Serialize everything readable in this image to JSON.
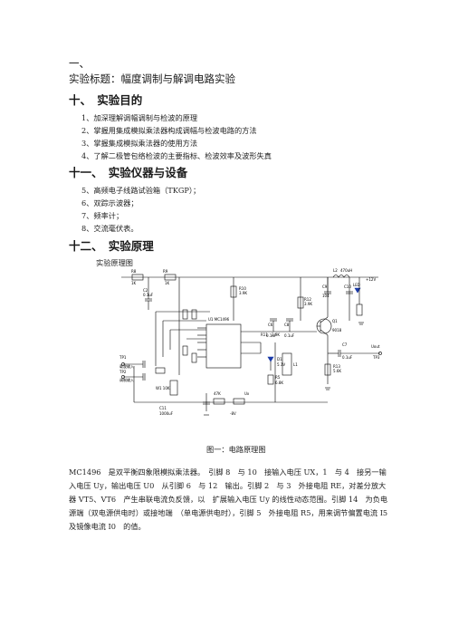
{
  "section_marker": "一、",
  "experiment_title": "实验标题：幅度调制与解调电路实验",
  "sections": [
    {
      "heading": "十、　实验目的",
      "items": [
        "1、加深理解调幅调制与检波的原理",
        "2、掌握用集成模拟乘法器构成调幅与检波电路的方法",
        "3、掌握集成模拟乘法器的使用方法",
        "4、了解二极管包络检波的主要指标、检波效率及波形失真"
      ]
    },
    {
      "heading": "十一、　实验仪器与设备",
      "items": [
        "5、高频电子线路试验箱（TKGP）；",
        "6、双踪示波器；",
        "7、频率计；",
        "8、交流毫伏表。"
      ]
    },
    {
      "heading": "十二、　实验原理",
      "items": [
        "实验原理图"
      ]
    }
  ],
  "figure": {
    "caption": "图一：电路原理图",
    "chip_label": "U1  MC1496",
    "labels": {
      "r8": "R8",
      "r8v": "1K",
      "c2": "C2",
      "c2v": "0.1uF",
      "r9": "R9",
      "r9v": "1K",
      "r10": "R10",
      "r10v": "3.9K",
      "r11": "R11",
      "r11v": "3.9K",
      "r12": "R12",
      "r12v": "3.9K",
      "r13": "R13",
      "r13v": "5.6K",
      "l2": "L2",
      "l2v": "470uH",
      "c9": "C9",
      "c9v": "104",
      "c10": "C10",
      "led": "LED",
      "c6": "C6",
      "c6v": "0.1uF",
      "c8": "C8",
      "c8v": "0.1uF",
      "q1": "Q1",
      "q1v": "9018",
      "c7": "C7",
      "c7v": "0.1uF",
      "d1": "D1",
      "d1v": "5.1V",
      "r5": "R5",
      "r5v": "6.8K",
      "l1": "L1",
      "tp1": "TP1",
      "tp2": "TP2",
      "tp3": "TP3",
      "carrier_in": "载波输入",
      "modulating_in": "调制输入",
      "w1": "W1 10K",
      "c11": "C11",
      "c11v": "1000uF",
      "r47": "47K",
      "ux": "Ux",
      "uout": "Uout",
      "vplus": "+12V",
      "vminus": "-8V"
    }
  },
  "description": "MC1496　是双平衡四象限模拟乘法器。　引脚 8　与 10　接输入电压 UX，1　与 4　接另一输入电压 Uy，输出电压 U0　从引脚 6　与 12　输出。引脚 2　与 3　外接电阻 RE，对差分放大器 VT5、VT6　产生串联电流负反馈，以　扩展输入电压 Uy 的线性动态范围。引脚 14　为负电源端（双电源供电时）或接地端　（单电源供电时），引脚 5　外接电阻 R5，用来调节偏置电流 I5　及镜像电流 I0　的值。"
}
